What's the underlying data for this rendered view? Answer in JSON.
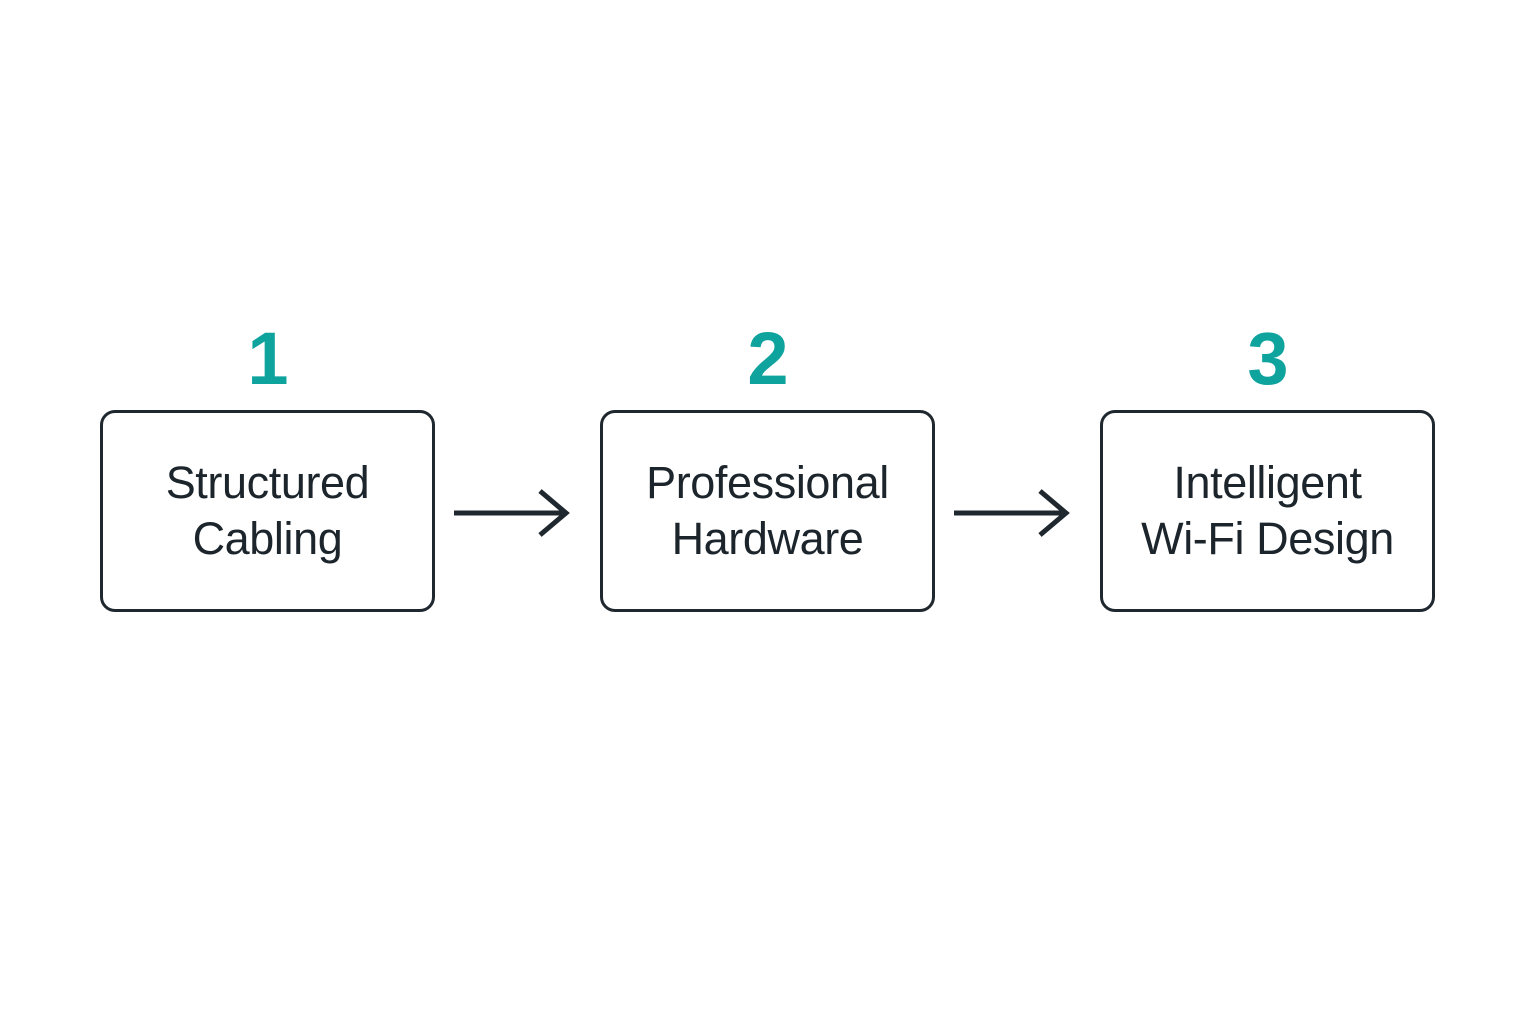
{
  "diagram": {
    "type": "horizontal-process-flow",
    "background_color": "#FFFFFF",
    "accent_color": "#0FA39E",
    "text_color": "#1C252B",
    "border_color": "#20282F",
    "steps": [
      {
        "number": "1",
        "label": "Structured\nCabling"
      },
      {
        "number": "2",
        "label": "Professional\nHardware"
      },
      {
        "number": "3",
        "label": "Intelligent\nWi-Fi Design"
      }
    ],
    "connectors": [
      {
        "from": "1",
        "to": "2",
        "style": "arrow-right"
      },
      {
        "from": "2",
        "to": "3",
        "style": "arrow-right"
      }
    ]
  }
}
